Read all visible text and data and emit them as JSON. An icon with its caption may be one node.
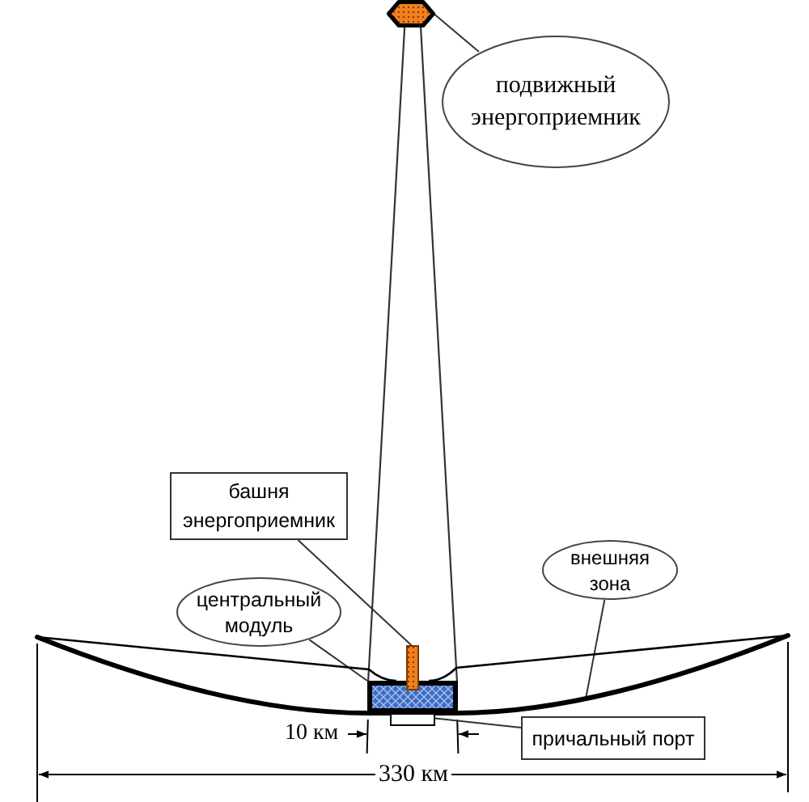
{
  "diagram": {
    "nodes": [
      {
        "text": [],
        "shape": "hexagon"
      },
      {
        "text": [
          "подвижный энергоприемник"
        ]
      },
      {
        "text": [
          "башня энергоприемник"
        ]
      },
      {
        "text": [
          "центральный модуль"
        ]
      },
      {
        "text": [
          "внешняя зона"
        ]
      },
      {
        "text": [],
        "shape": "arc"
      },
      {
        "text": [],
        "shape": "bar",
        "in": 5
      },
      {
        "text": [],
        "shape": "box",
        "in": 5
      },
      {
        "text": [],
        "shape": "box"
      },
      {
        "text": [
          "причальный порт"
        ]
      }
    ],
    "edges": [
      {
        "from": 1,
        "to": 0,
        "arrow": "none"
      },
      {
        "from": 2,
        "to": 6,
        "arrow": "none"
      },
      {
        "from": 3,
        "to": 7,
        "arrow": "none"
      },
      {
        "from": 4,
        "to": 5,
        "arrow": "none"
      },
      {
        "from": 9,
        "to": 8,
        "arrow": "none"
      },
      {
        "from": 0,
        "to": 7,
        "arrow": "none"
      },
      {
        "from": 0,
        "to": 7,
        "arrow": "none"
      },
      {
        "from": 5,
        "to": 7,
        "arrow": "none"
      },
      {
        "from": 5,
        "to": 7,
        "arrow": "none"
      }
    ],
    "labels": [
      "10 км",
      "330 км"
    ]
  }
}
